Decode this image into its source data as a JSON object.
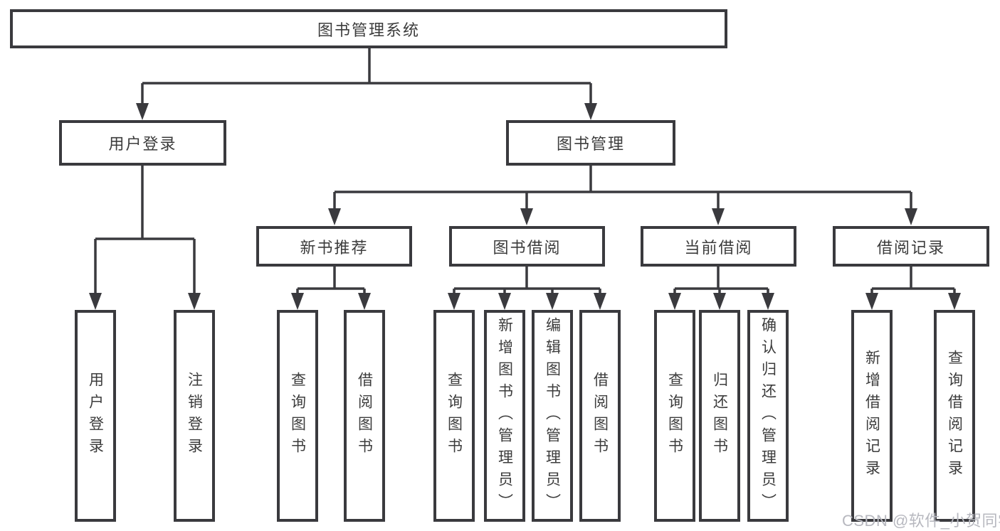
{
  "colors": {
    "line": "#3a3a3e",
    "text": "#3c3c3c",
    "watermark": "#b7b8bf",
    "background": "#ffffff"
  },
  "tree": {
    "root": {
      "label": "图书管理系统"
    },
    "login": {
      "label": "用户登录",
      "children": [
        "用户登录",
        "注销登录"
      ]
    },
    "manage": {
      "label": "图书管理",
      "sections": [
        {
          "label": "新书推荐",
          "children": [
            "查询图书",
            "借阅图书"
          ]
        },
        {
          "label": "图书借阅",
          "children": [
            "查询图书",
            "新增图书（管理员）",
            "编辑图书（管理员）",
            "借阅图书"
          ]
        },
        {
          "label": "当前借阅",
          "children": [
            "查询图书",
            "归还图书",
            "确认归还（管理员）"
          ]
        },
        {
          "label": "借阅记录",
          "children": [
            "新增借阅记录",
            "查询借阅记录"
          ]
        }
      ]
    }
  },
  "watermark": {
    "text": "CSDN @软件_小贺同学"
  }
}
